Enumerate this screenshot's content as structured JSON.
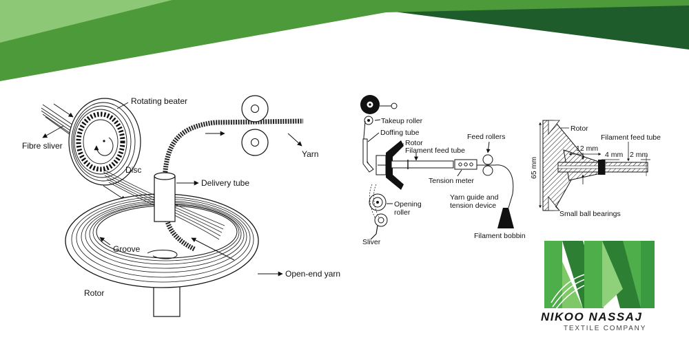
{
  "colors": {
    "band_light": "#8cc876",
    "band_mid": "#4c9a3a",
    "band_dark": "#1e5c2b",
    "logo_green": "#4eae4a",
    "logo_dark": "#2c7f33",
    "ink": "#111111"
  },
  "diagram_left": {
    "labels": {
      "rotating_beater": "Rotating beater",
      "fibre_sliver": "Fibre sliver",
      "disc": "Disc",
      "delivery_tube": "Delivery tube",
      "yarn": "Yarn",
      "groove": "Groove",
      "open_end_yarn": "Open-end yarn",
      "rotor": "Rotor"
    }
  },
  "diagram_middle": {
    "labels": {
      "takeup_roller": "Takeup roller",
      "doffing_tube": "Doffing tube",
      "rotor": "Rotor",
      "filament_feed_tube": "Filament feed tube",
      "feed_rollers": "Feed rollers",
      "tension_meter": "Tension meter",
      "opening_roller_1": "Opening",
      "opening_roller_2": "roller",
      "yarn_guide_1": "Yarn guide and",
      "yarn_guide_2": "tension device",
      "sliver": "Sliver",
      "filament_bobbin": "Filament bobbin"
    }
  },
  "diagram_right": {
    "labels": {
      "rotor": "Rotor",
      "filament_feed_tube": "Filament feed tube",
      "dim_12": "12 mm",
      "dim_4": "4 mm",
      "dim_2": "2 mm",
      "dim_65": "65 mm",
      "small_ball_bearings": "Small ball bearings"
    }
  },
  "logo": {
    "name": "NIKOO NASSAJ",
    "subtitle": "TEXTILE COMPANY",
    "icon": "nn-monogram-icon"
  }
}
